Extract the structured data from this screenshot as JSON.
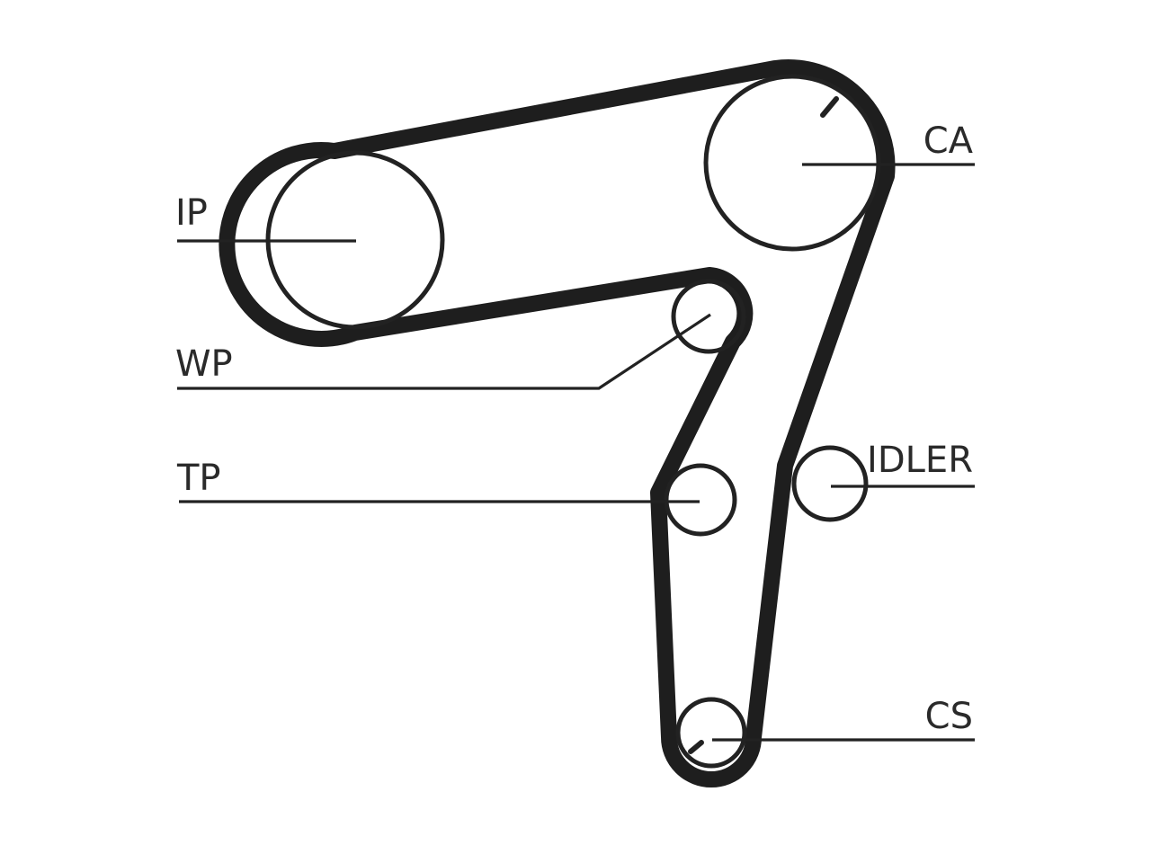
{
  "labels": {
    "ip": "IP",
    "ca": "CA",
    "wp": "WP",
    "tp": "TP",
    "idler": "IDLER",
    "cs": "CS"
  },
  "colors": {
    "line": "#1e1e1e",
    "background": "#ffffff"
  }
}
